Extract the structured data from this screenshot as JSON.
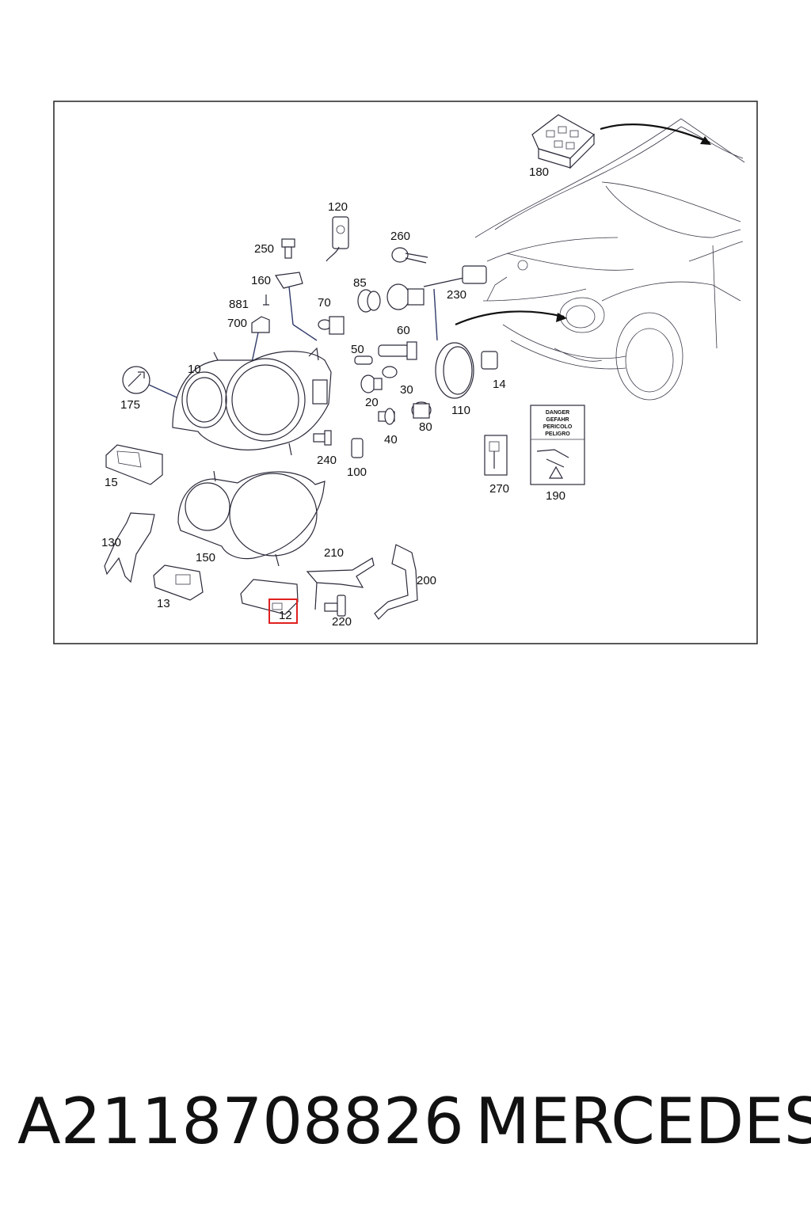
{
  "diagram": {
    "callouts": {
      "c180": "180",
      "c120": "120",
      "c260": "260",
      "c250": "250",
      "c160": "160",
      "c85": "85",
      "c230": "230",
      "c881": "881",
      "c70": "70",
      "c700": "700",
      "c60": "60",
      "c50": "50",
      "c10": "10",
      "c14": "14",
      "c30": "30",
      "c175": "175",
      "c20": "20",
      "c110": "110",
      "c80": "80",
      "c40": "40",
      "c240": "240",
      "c100": "100",
      "c15": "15",
      "c270": "270",
      "c190": "190",
      "c130": "130",
      "c150": "150",
      "c210": "210",
      "c200": "200",
      "c13": "13",
      "c12": "12",
      "c220": "220"
    },
    "warning_label": {
      "line1": "DANGER",
      "line2": "GEFAHR",
      "line3": "PERICOLO",
      "line4": "PELIGRO"
    },
    "highlighted_part": "12",
    "highlight_color": "#e02020"
  },
  "footer": {
    "part_number": "A2118708826",
    "brand": "MERCEDES"
  }
}
